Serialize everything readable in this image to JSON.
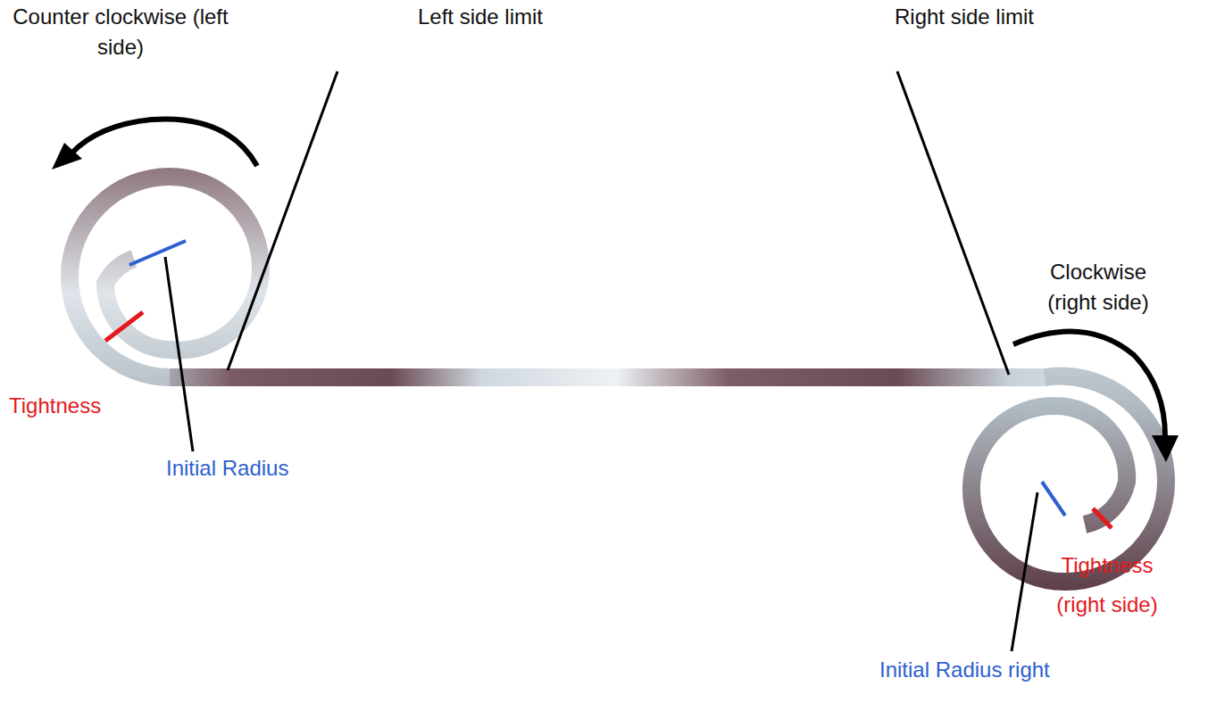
{
  "diagram": {
    "labels": [
      "Counter clockwise (left side)",
      "Left side limit",
      "Right side limit",
      "Clockwise (right side)",
      "Tightness",
      "Initial Radius",
      "Tightness (right side)",
      "Initial Radius right"
    ]
  }
}
